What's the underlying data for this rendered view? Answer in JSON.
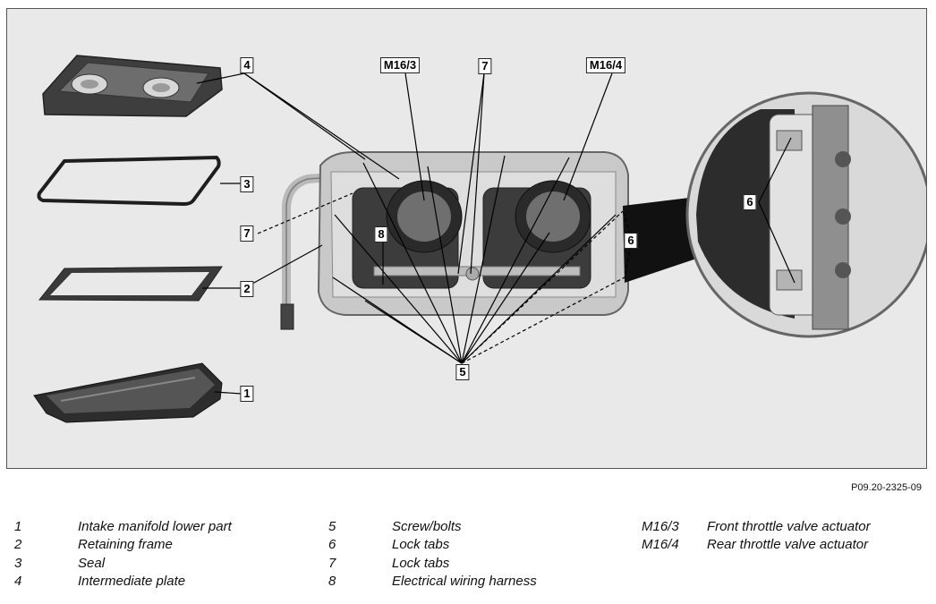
{
  "figure_code": "P09.20-2325-09",
  "callouts": {
    "c1": "1",
    "c2": "2",
    "c3": "3",
    "c4": "4",
    "c5": "5",
    "c6a": "6",
    "c6b": "6",
    "c7a": "7",
    "c7b": "7",
    "c8": "8",
    "m163": "M16/3",
    "m164": "M16/4"
  },
  "legend": {
    "col1": [
      {
        "num": "1",
        "text": "Intake manifold lower part"
      },
      {
        "num": "2",
        "text": "Retaining frame"
      },
      {
        "num": "3",
        "text": "Seal"
      },
      {
        "num": "4",
        "text": "Intermediate plate"
      }
    ],
    "col2": [
      {
        "num": "5",
        "text": "Screw/bolts"
      },
      {
        "num": "6",
        "text": "Lock tabs"
      },
      {
        "num": "7",
        "text": "Lock tabs"
      },
      {
        "num": "8",
        "text": "Electrical wiring harness"
      }
    ],
    "col3": [
      {
        "num": "M16/3",
        "text": "Front throttle valve actuator"
      },
      {
        "num": "M16/4",
        "text": "Rear throttle valve actuator"
      }
    ]
  }
}
